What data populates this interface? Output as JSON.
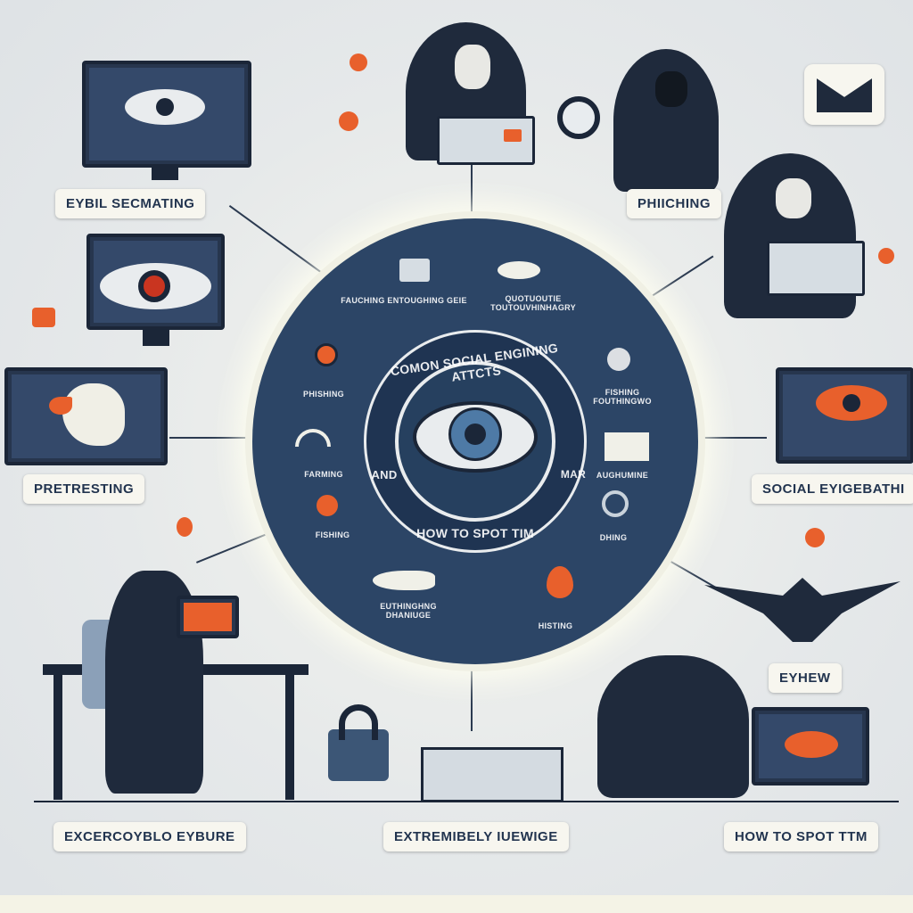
{
  "title": {
    "line1": "COMON SOCIAL ENGINING ATTCTS",
    "line2": "AND",
    "line3": "MAR",
    "line4": "HOW TO SPOT TIM"
  },
  "outer_labels": {
    "top_left": "EYBIL SECMATING",
    "top_right": "PHIICHING",
    "mid_left": "PRETRESTING",
    "mid_right": "SOCIAL EYIGEBATHI",
    "lower_right": "EYHEW",
    "bottom_left": "EXCERCOYBLO EYBURE",
    "bottom_center": "EXTREMIBELY IUEWIGE",
    "bottom_right": "HOW TO SPOT TTM"
  },
  "ring_labels": {
    "top_left": "FAUCHING ENTOUGHING GEIE",
    "top_right": "QUOTUOUTIE TOUTOUVHINHAGRY",
    "left_1": "PHISHING",
    "left_2": "FARMING",
    "left_3": "FISHING",
    "right_1": "FISHING FOUTHINGWO",
    "right_2": "AUGHUMINE",
    "right_3": "DHING",
    "bottom_left": "EUTHINGHNG DHANIUGE",
    "bottom_right": "HISTING"
  },
  "colors": {
    "navy": "#2c4566",
    "dark": "#1b2638",
    "orange": "#e8602c",
    "bg": "#e3e7ea"
  }
}
